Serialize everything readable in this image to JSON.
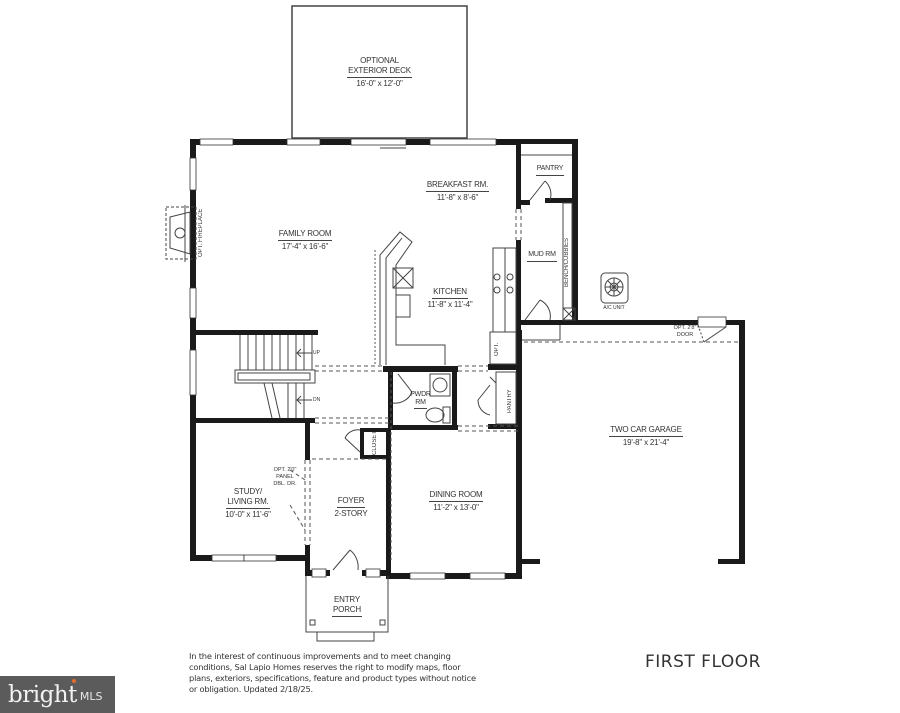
{
  "title": "FIRST FLOOR",
  "rooms": {
    "deck": {
      "name_line1": "OPTIONAL",
      "name_line2": "EXTERIOR DECK",
      "dim": "16'-0\" x 12'-0\""
    },
    "family_room": {
      "name": "FAMILY ROOM",
      "dim": "17'-4\" x 16'-6\""
    },
    "breakfast": {
      "name": "BREAKFAST RM.",
      "dim": "11'-8\" x 8'-6\""
    },
    "pantry_upper": {
      "name": "PANTRY"
    },
    "mud_room": {
      "name": "MUD RM"
    },
    "bench_cubbies": {
      "name": "BENCH/CUBBIES"
    },
    "kitchen": {
      "name": "KITCHEN",
      "dim": "11'-8\" x 11'-4\""
    },
    "fireplace": {
      "name": "OPT. FIREPLACE"
    },
    "ac_unit": {
      "name": "A/C UNIT"
    },
    "garage_door_opt": {
      "line1": "OPT. 2'8\"",
      "line2": "DOOR"
    },
    "opt_cabinet": {
      "name": "OPT."
    },
    "stairs": {
      "up": "UP",
      "down": "DN"
    },
    "powder_room": {
      "line1": "PWDR",
      "line2": "RM"
    },
    "pantry_lower": {
      "name": "PANTRY"
    },
    "closet": {
      "name": "CLOSET"
    },
    "garage": {
      "name": "TWO CAR GARAGE",
      "dim": "19'-8\" x 21'-4\""
    },
    "study": {
      "name_line1": "STUDY/",
      "name_line2": "LIVING RM.",
      "dim": "10'-0\" x 11'-6\""
    },
    "study_door": {
      "line1": "OPT. 2'0\"",
      "line2": "PANEL",
      "line3": "DBL. DR."
    },
    "foyer": {
      "name": "FOYER",
      "dim": "2-STORY"
    },
    "dining": {
      "name": "DINING ROOM",
      "dim": "11'-2\" x 13'-0\""
    },
    "porch": {
      "name_line1": "ENTRY",
      "name_line2": "PORCH"
    }
  },
  "disclaimer": "In the interest of continuous improvements and to meet changing conditions, Sal Lapio Homes reserves the right to modify maps, floor plans, exteriors, specifications, feature and product types without notice or obligation. Updated 2/18/25.",
  "logo": {
    "word": "bright",
    "suffix": "MLS",
    "bg_color": "#5b5b5b",
    "accent_color": "#e36b2c"
  },
  "colors": {
    "wall": "#1a1a1a",
    "line": "#555555",
    "background": "#ffffff"
  }
}
